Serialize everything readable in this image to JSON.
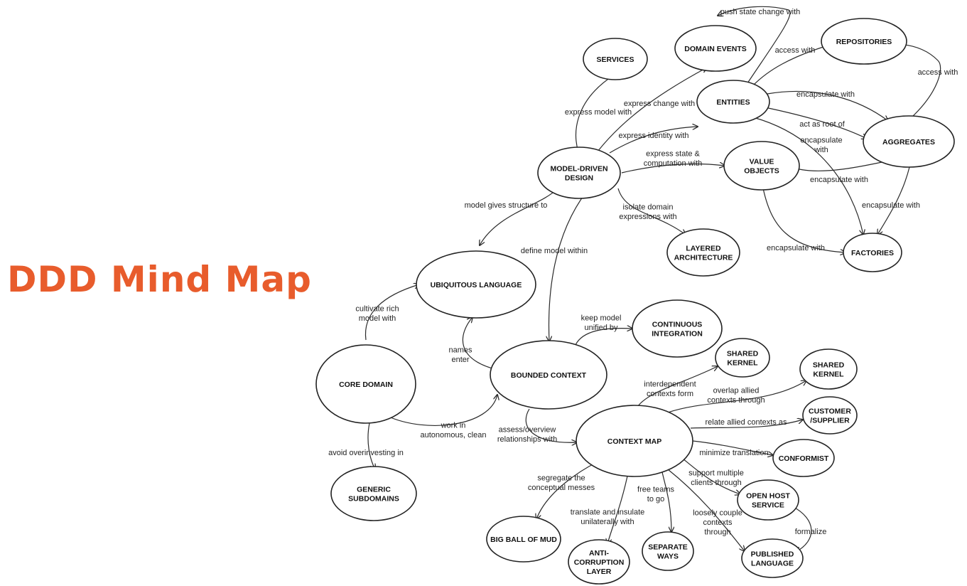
{
  "title": "DDD Mind Map",
  "colors": {
    "title": "#e85c2c",
    "node_stroke": "#222222",
    "edge": "#2a2a2a"
  },
  "nodes": {
    "services": [
      "SERVICES"
    ],
    "domain_events": [
      "DOMAIN EVENTS"
    ],
    "repositories": [
      "REPOSITORIES"
    ],
    "entities": [
      "ENTITIES"
    ],
    "aggregates": [
      "AGGREGATES"
    ],
    "model_driven_design": [
      "MODEL-DRIVEN",
      "DESIGN"
    ],
    "value_objects": [
      "VALUE",
      "OBJECTS"
    ],
    "layered_architecture": [
      "LAYERED",
      "ARCHITECTURE"
    ],
    "factories": [
      "FACTORIES"
    ],
    "ubiquitous_language": [
      "UBIQUITOUS LANGUAGE"
    ],
    "continuous_integration": [
      "CONTINUOUS",
      "INTEGRATION"
    ],
    "core_domain": [
      "CORE DOMAIN"
    ],
    "bounded_context": [
      "BOUNDED CONTEXT"
    ],
    "shared_kernel_1": [
      "SHARED",
      "KERNEL"
    ],
    "shared_kernel_2": [
      "SHARED",
      "KERNEL"
    ],
    "customer_supplier": [
      "CUSTOMER",
      "/SUPPLIER"
    ],
    "context_map": [
      "CONTEXT MAP"
    ],
    "conformist": [
      "CONFORMIST"
    ],
    "open_host_service": [
      "OPEN HOST",
      "SERVICE"
    ],
    "generic_subdomains": [
      "GENERIC",
      "SUBDOMAINS"
    ],
    "big_ball_of_mud": [
      "BIG BALL OF MUD"
    ],
    "anti_corruption_layer": [
      "ANTI-",
      "CORRUPTION",
      "LAYER"
    ],
    "separate_ways": [
      "SEPARATE",
      "WAYS"
    ],
    "published_language": [
      "PUBLISHED",
      "LANGUAGE"
    ]
  },
  "edges": {
    "push_state_change": [
      "push state change with"
    ],
    "access_with_repos": [
      "access with"
    ],
    "access_with_aggr": [
      "access with"
    ],
    "express_model": [
      "express model with"
    ],
    "express_change": [
      "express change with"
    ],
    "encapsulate_entities": [
      "encapsulate with"
    ],
    "act_as_root": [
      "act as root of"
    ],
    "express_identity": [
      "express identity with"
    ],
    "encapsulate_entities_factories": [
      "encapsulate",
      "with"
    ],
    "express_state": [
      "express state &",
      "computation with"
    ],
    "encapsulate_vo_aggr": [
      "encapsulate with"
    ],
    "model_structure": [
      "model gives structure to"
    ],
    "encapsulate_aggr_factories": [
      "encapsulate with"
    ],
    "isolate_domain": [
      "isolate domain",
      "expressions with"
    ],
    "define_model": [
      "define model within"
    ],
    "encapsulate_vo_factories": [
      "encapsulate with"
    ],
    "cultivate": [
      "cultivate rich",
      "model with"
    ],
    "keep_unified": [
      "keep model",
      "unified by"
    ],
    "names_enter": [
      "names",
      "enter"
    ],
    "interdependent": [
      "interdependent",
      "contexts form"
    ],
    "overlap": [
      "overlap allied",
      "contexts through"
    ],
    "relate_allied": [
      "relate allied contexts as"
    ],
    "work_in": [
      "work in",
      "autonomous, clean"
    ],
    "assess": [
      "assess/overview",
      "relationships with"
    ],
    "avoid": [
      "avoid overinvesting in"
    ],
    "minimize": [
      "minimize translation"
    ],
    "support": [
      "support multiple",
      "clients through"
    ],
    "segregate": [
      "segregate the",
      "conceptual messes"
    ],
    "free_teams": [
      "free teams",
      "to go"
    ],
    "loosely": [
      "loosely couple",
      "contexts",
      "through"
    ],
    "formalize": [
      "formalize"
    ],
    "translate": [
      "translate and insulate",
      "unilaterally with"
    ]
  }
}
